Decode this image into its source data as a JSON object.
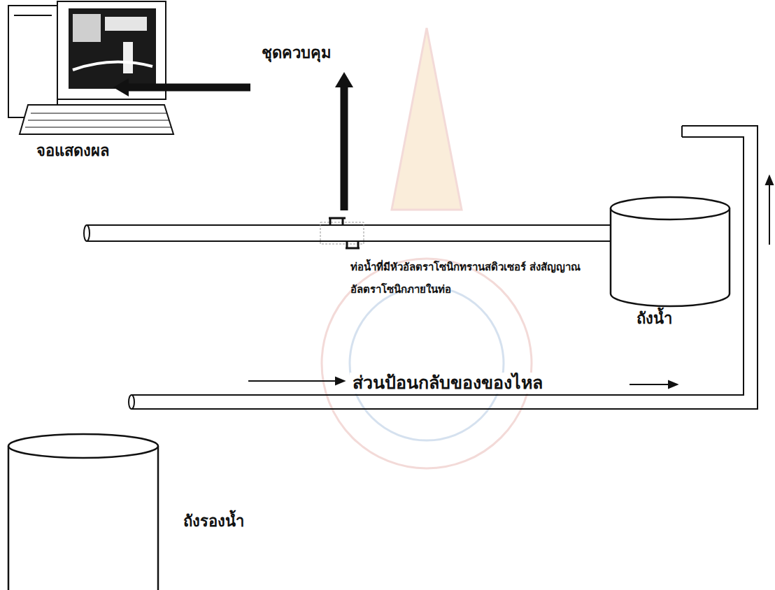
{
  "diagram": {
    "nodes": [
      {
        "text": [
          "จอแสดงผล"
        ]
      },
      {
        "text": [
          "ชุดควบคุม"
        ]
      },
      {
        "text": [
          "ท่อน้ำที่มีหัวอัลตราโซนิกทรานสดิวเซอร์ ส่งสัญญาณอัลตราโซนิกภายในท่อ"
        ]
      },
      {
        "text": [
          "ถังน้ำ"
        ]
      },
      {
        "text": [
          "ถังรองน้ำ"
        ]
      }
    ],
    "edges": [
      {
        "from": 1,
        "to": 0,
        "arrow": "to"
      },
      {
        "from": 2,
        "to": 1,
        "arrow": "to"
      }
    ],
    "labels": [
      "ส่วนป้อนกลับของของไหล"
    ]
  }
}
